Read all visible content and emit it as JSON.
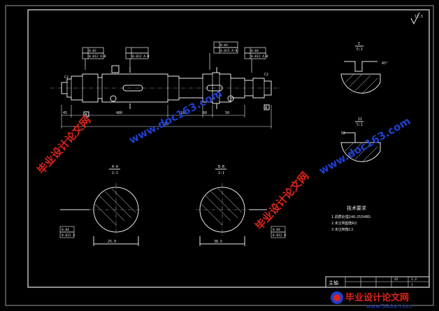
{
  "roughness": {
    "symbol": "12.5"
  },
  "shaft": {
    "dims": [
      "45",
      "480",
      "180",
      "60",
      "50",
      "920"
    ],
    "tol_frames": [
      "0.02",
      "0.012 A-B",
      "0.012 A-B",
      "0.04",
      "0.015 A-B",
      "0.04",
      "0.012 A-B"
    ],
    "misc_labels": [
      "C2",
      "C2",
      "A",
      "B"
    ]
  },
  "detail_views": {
    "top_title": "I",
    "top_scale": "5:1",
    "top_angle": "45°",
    "bottom_title": "II",
    "bottom_scale": "5:1",
    "bottom_chamfer": "C2"
  },
  "section_a": {
    "title": "A-A",
    "scale": "2:1",
    "width_label": "25.9",
    "tol": [
      "0.04",
      "0.012 A"
    ]
  },
  "section_b": {
    "title": "B-B",
    "scale": "2:1",
    "width_label": "38.5",
    "tol": [
      "0.04",
      "0.012 B"
    ]
  },
  "tech_req": {
    "title": "技术要求",
    "items": [
      "1.调质处理240-255HBS.",
      "2.未注明圆角R2.",
      "3.未注倒角C2."
    ]
  },
  "title_block": {
    "name": "主轴",
    "material": "45",
    "scale": "1:2",
    "qty": "1"
  },
  "watermarks": {
    "url": "www.doc163.com",
    "cn": "毕业设计论文网",
    "footer_cn": "毕业设计论文网",
    "footer_url": "www.56doc.com"
  }
}
